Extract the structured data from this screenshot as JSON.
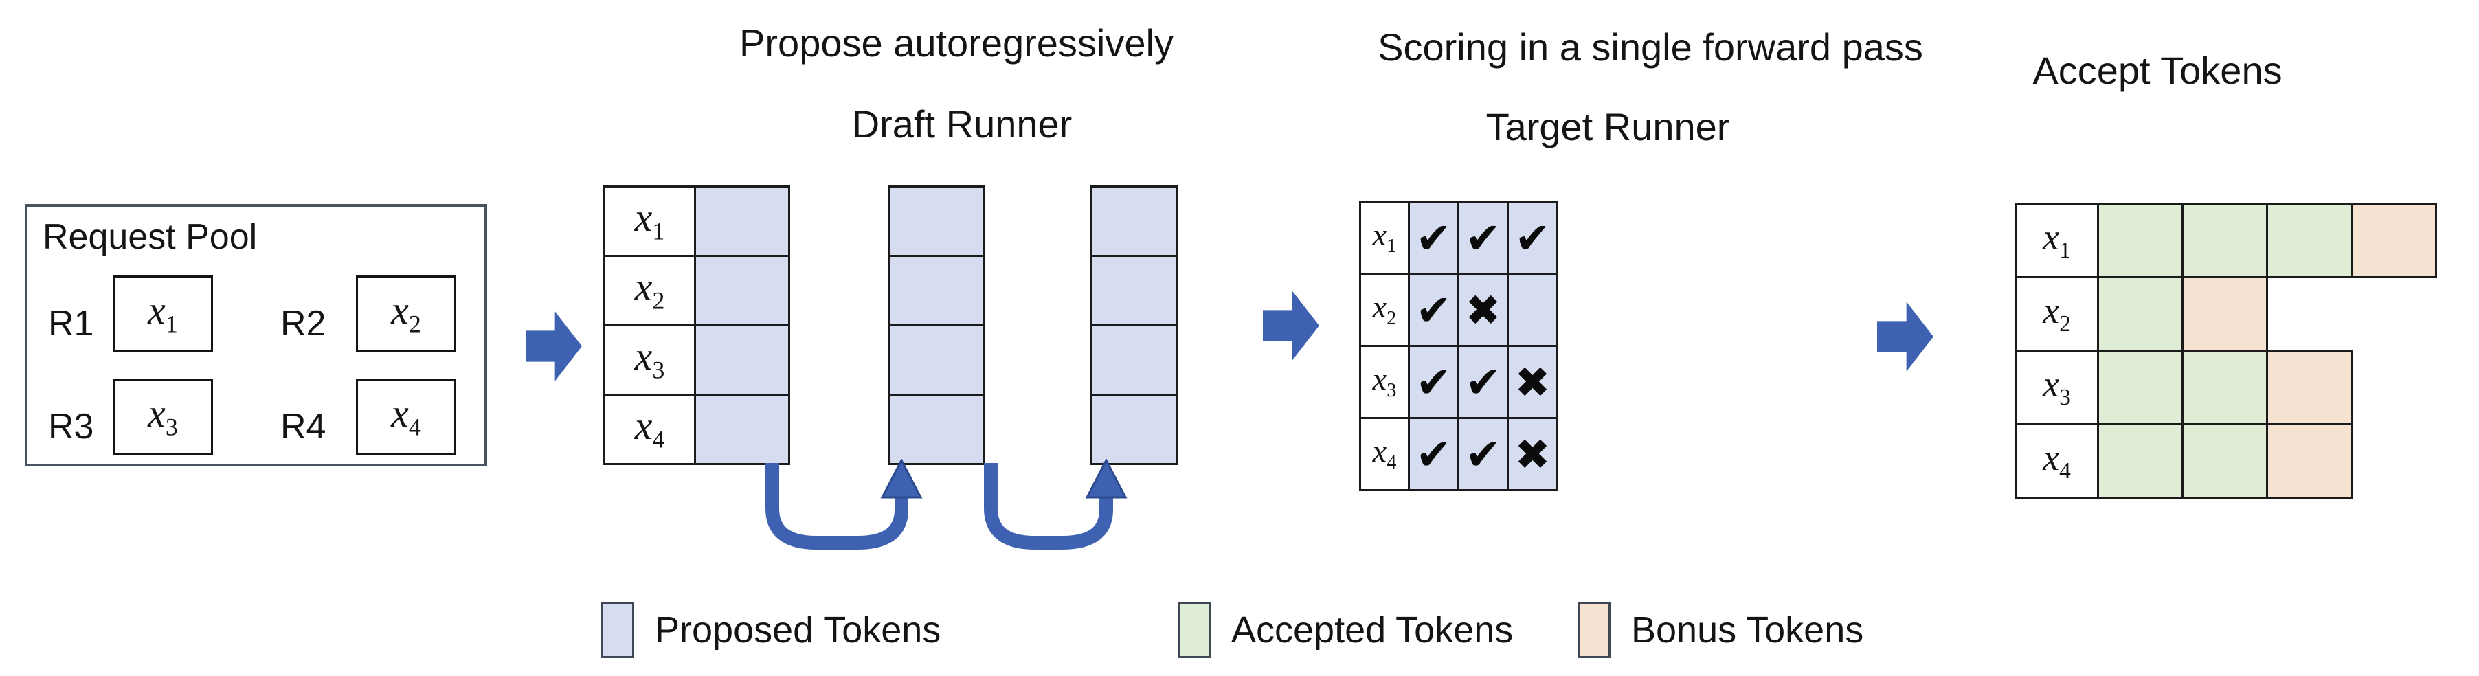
{
  "titles": {
    "propose": "Propose autoregressively",
    "draft_runner": "Draft Runner",
    "scoring": "Scoring in a single forward pass",
    "target_runner": "Target Runner",
    "accept": "Accept Tokens"
  },
  "request_pool": {
    "title": "Request Pool",
    "items": [
      {
        "label": "R1",
        "token": {
          "base": "x",
          "sub": "1"
        }
      },
      {
        "label": "R2",
        "token": {
          "base": "x",
          "sub": "2"
        }
      },
      {
        "label": "R3",
        "token": {
          "base": "x",
          "sub": "3"
        }
      },
      {
        "label": "R4",
        "token": {
          "base": "x",
          "sub": "4"
        }
      }
    ]
  },
  "draft_grid": {
    "row_labels": [
      {
        "base": "x",
        "sub": "1"
      },
      {
        "base": "x",
        "sub": "2"
      },
      {
        "base": "x",
        "sub": "3"
      },
      {
        "base": "x",
        "sub": "4"
      }
    ],
    "extra_proposal_columns": 2,
    "rows_per_column": 4
  },
  "target_grid": {
    "rows": [
      {
        "label": {
          "base": "x",
          "sub": "1"
        },
        "marks": [
          "check",
          "check",
          "check"
        ]
      },
      {
        "label": {
          "base": "x",
          "sub": "2"
        },
        "marks": [
          "check",
          "cross",
          "none"
        ]
      },
      {
        "label": {
          "base": "x",
          "sub": "3"
        },
        "marks": [
          "check",
          "check",
          "cross"
        ]
      },
      {
        "label": {
          "base": "x",
          "sub": "4"
        },
        "marks": [
          "check",
          "check",
          "cross"
        ]
      }
    ]
  },
  "accept_grid": {
    "rows": [
      {
        "label": {
          "base": "x",
          "sub": "1"
        },
        "cells": [
          "accepted",
          "accepted",
          "accepted",
          "bonus"
        ]
      },
      {
        "label": {
          "base": "x",
          "sub": "2"
        },
        "cells": [
          "accepted",
          "bonus"
        ]
      },
      {
        "label": {
          "base": "x",
          "sub": "3"
        },
        "cells": [
          "accepted",
          "accepted",
          "bonus"
        ]
      },
      {
        "label": {
          "base": "x",
          "sub": "4"
        },
        "cells": [
          "accepted",
          "accepted",
          "bonus"
        ]
      }
    ]
  },
  "legend": [
    {
      "type": "proposed",
      "label": "Proposed Tokens"
    },
    {
      "type": "accepted",
      "label": "Accepted Tokens"
    },
    {
      "type": "bonus",
      "label": "Bonus Tokens"
    }
  ],
  "glyphs": {
    "check": "✔",
    "cross": "✖",
    "none": ""
  },
  "colors": {
    "proposed": "#d7ddf0",
    "accepted": "#dfecd6",
    "bonus": "#f5e2d1",
    "arrow_blue": "#3e61b1",
    "grid_border": "#1b1b1b",
    "pool_border": "#49525f",
    "text": "#141414"
  }
}
